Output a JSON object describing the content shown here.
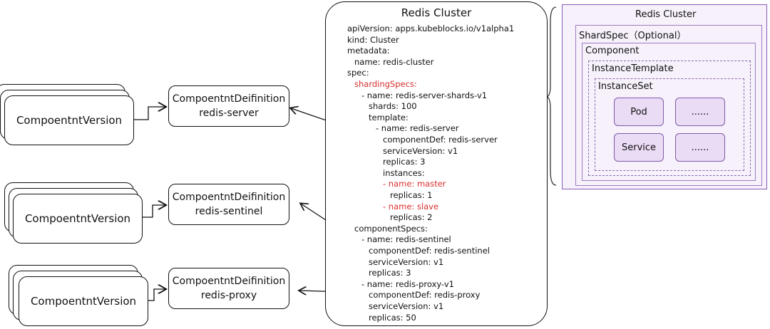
{
  "components": [
    {
      "version_label": "CompoentntVersion",
      "def_title": "CompoentntDeifinition",
      "def_name": "redis-server"
    },
    {
      "version_label": "CompoentntVersion",
      "def_title": "CompoentntDeifinition",
      "def_name": "redis-sentinel"
    },
    {
      "version_label": "CompoentntVersion",
      "def_title": "CompoentntDeifinition",
      "def_name": "redis-proxy"
    }
  ],
  "yaml": {
    "title": "Redis Cluster",
    "lines": [
      {
        "text": "apiVersion: apps.kubeblocks.io/v1alpha1",
        "red": false
      },
      {
        "text": "kind: Cluster",
        "red": false
      },
      {
        "text": "metadata:",
        "red": false
      },
      {
        "text": "name: redis-cluster",
        "red": false
      },
      {
        "text": "spec:",
        "red": false
      },
      {
        "text": "shardingSpecs:",
        "red": true
      },
      {
        "text": "- name: redis-server-shards-v1",
        "red": false
      },
      {
        "text": "shards: 100",
        "red": false
      },
      {
        "text": "template:",
        "red": false
      },
      {
        "text": "- name: redis-server",
        "red": false
      },
      {
        "text": "componentDef: redis-server",
        "red": false
      },
      {
        "text": "serviceVersion: v1",
        "red": false
      },
      {
        "text": "replicas: 3",
        "red": false
      },
      {
        "text": "instances:",
        "red": false
      },
      {
        "text": "- name: master",
        "red": true
      },
      {
        "text": "replicas: 1",
        "red": false
      },
      {
        "text": "- name: slave",
        "red": true
      },
      {
        "text": "replicas: 2",
        "red": false
      },
      {
        "text": "componentSpecs:",
        "red": false
      },
      {
        "text": "- name: redis-sentinel",
        "red": false
      },
      {
        "text": "componentDef: redis-sentinel",
        "red": false
      },
      {
        "text": "serviceVersion: v1",
        "red": false
      },
      {
        "text": "replicas: 3",
        "red": false
      },
      {
        "text": "- name: redis-proxy-v1",
        "red": false
      },
      {
        "text": "componentDef: redis-proxy",
        "red": false
      },
      {
        "text": "serviceVersion: v1",
        "red": false
      },
      {
        "text": "replicas: 50",
        "red": false
      }
    ]
  },
  "hierarchy": {
    "cluster": "Redis Cluster",
    "shard": "ShardSpec（Optional）",
    "component": "Component",
    "template": "InstanceTemplate",
    "instanceset": "InstanceSet",
    "cells": [
      "Pod",
      "......",
      "Service",
      "......"
    ]
  },
  "colors": {
    "highlight": "#d9302e",
    "purple_border": "#7f5aa8",
    "purple_fill": "#eadcf5"
  }
}
